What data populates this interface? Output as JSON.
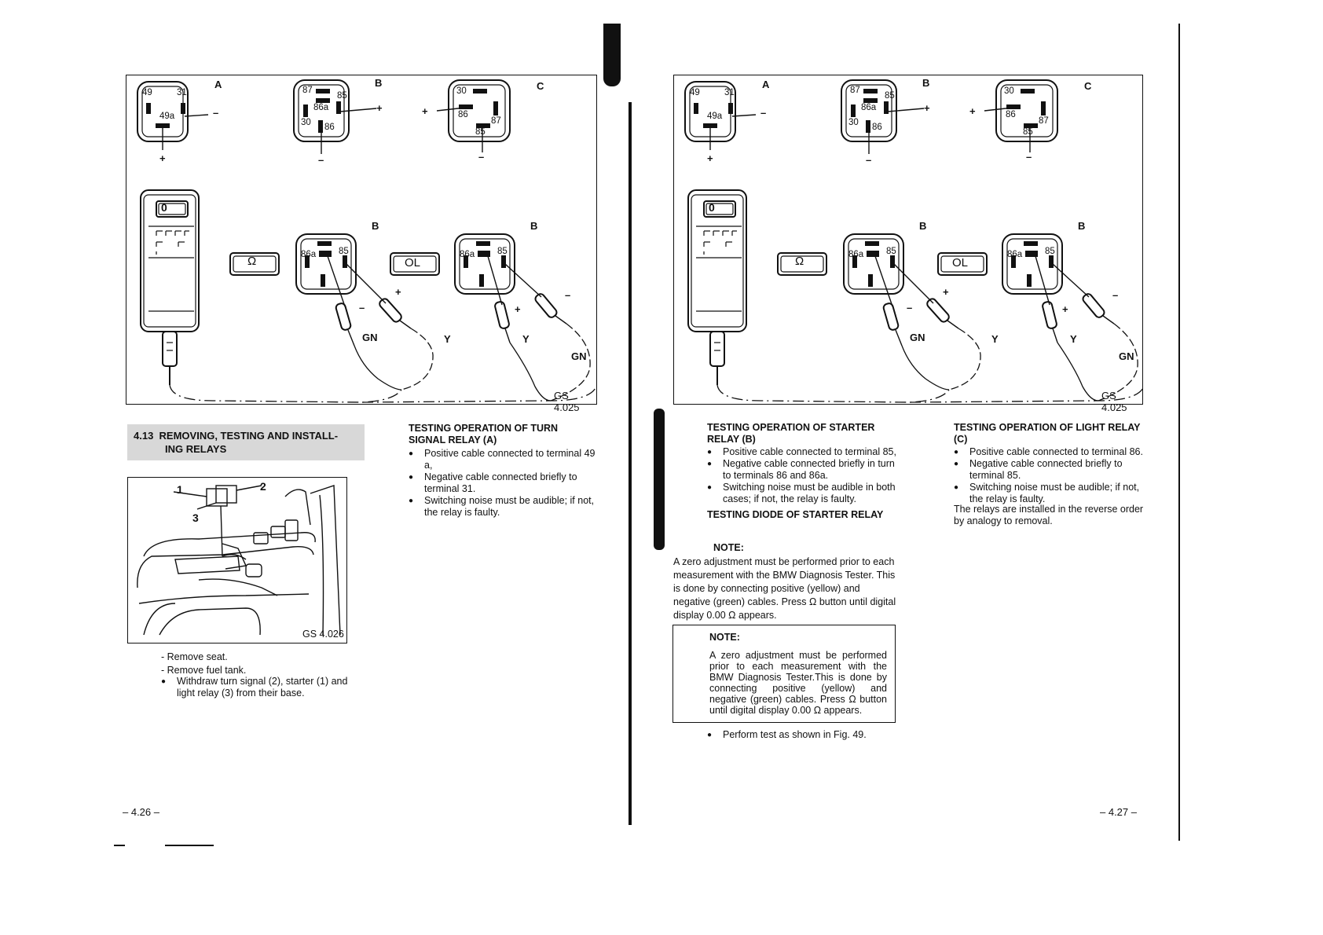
{
  "left_page": {
    "figure_top": {
      "relay_labels": {
        "a": "A",
        "b": "B",
        "c": "C",
        "b2": "B",
        "b3": "B"
      },
      "relay_a_pins": [
        "49",
        "31",
        "49a"
      ],
      "relay_b_pins": [
        "87",
        "85",
        "86a",
        "30",
        "86"
      ],
      "relay_c_pins": [
        "30",
        "86",
        "87",
        "85"
      ],
      "test_relay_pins": [
        "86a",
        "85"
      ],
      "polarity": {
        "plus": "+",
        "minus": "–"
      },
      "meter_display": "0",
      "ohm_button": "Ω",
      "ol_button": "OL",
      "wire_labels": {
        "gn1": "GN",
        "y1": "Y",
        "y2": "Y",
        "gn2": "GN"
      },
      "code": "GS 4.025"
    },
    "section": {
      "number": "4.13",
      "title_line1": "REMOVING, TESTING AND INSTALL-",
      "title_line2": "ING RELAYS"
    },
    "figure_small": {
      "labels": [
        "1",
        "2",
        "3"
      ],
      "code": "GS 4.026"
    },
    "steps": [
      "- Remove seat.",
      "- Remove fuel tank."
    ],
    "bullet": "Withdraw turn signal (2), starter (1) and light relay (3) from their base.",
    "turn_signal": {
      "heading": "TESTING OPERATION OF TURN SIGNAL RELAY (A)",
      "bullets": [
        "Positive cable connected to terminal 49 a,",
        "Negative cable connected briefly to terminal 31.",
        "Switching noise must be audible; if not, the relay is faulty."
      ]
    },
    "page_number": "– 4.26 –"
  },
  "right_page": {
    "figure_code": "GS 4.025",
    "starter": {
      "heading": "TESTING OPERATION OF STARTER RELAY (B)",
      "bullets": [
        "Positive cable connected to terminal 85,",
        "Negative cable connected briefly in turn to terminals 86 and 86a.",
        "Switching noise must be audible in both cases; if not, the relay is faulty."
      ]
    },
    "diode_heading": "TESTING DIODE OF STARTER RELAY",
    "note_heading": "NOTE:",
    "note_text": "A zero adjustment must be performed prior to each measurement with the BMW Diagnosis Tester. This is done by connecting positive (yellow) and negative (green) cables. Press Ω button until digital display 0.00 Ω appears.",
    "note_box": {
      "heading": "NOTE:",
      "text": "A zero adjustment must be performed prior to each measurement with the BMW Diagnosis Tester.This is done by connecting positive (yellow) and negative (green) cables. Press Ω button until digital display 0.00 Ω appears."
    },
    "perform_bullet": "Perform test as shown in Fig. 49.",
    "light_relay": {
      "heading": "TESTING OPERATION OF LIGHT RELAY (C)",
      "bullets": [
        "Positive cable connected to terminal 86.",
        "Negative cable connected briefly to terminal 85.",
        "Switching noise must be audible; if not, the relay is faulty."
      ]
    },
    "install_note": "The relays are installed in the reverse order by analogy to removal.",
    "page_number": "– 4.27 –"
  }
}
